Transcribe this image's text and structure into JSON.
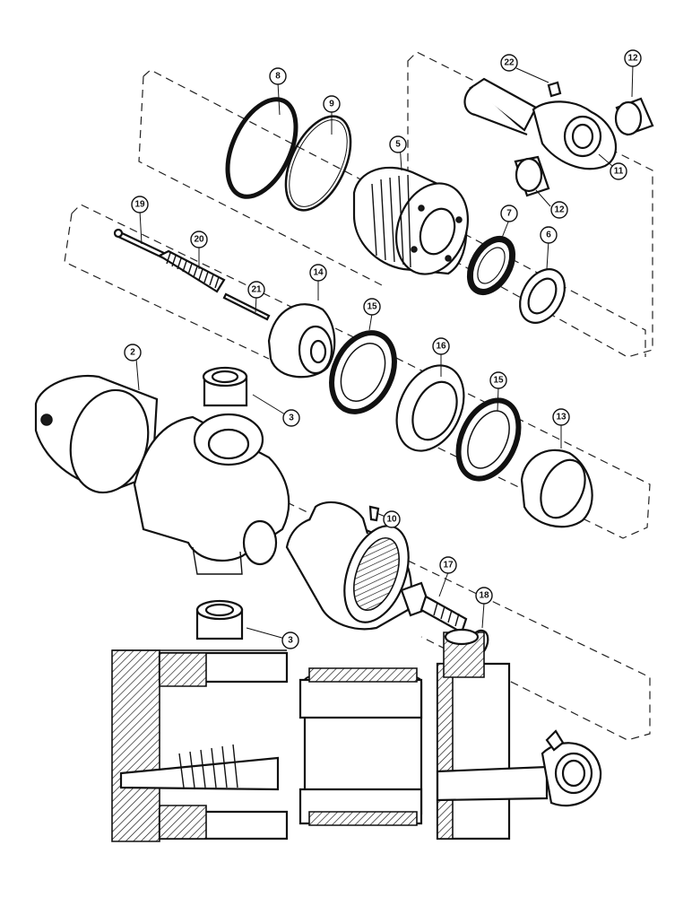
{
  "callouts": [
    {
      "id": "c2",
      "label": "2"
    },
    {
      "id": "c3a",
      "label": "3"
    },
    {
      "id": "c3b",
      "label": "3"
    },
    {
      "id": "c5",
      "label": "5"
    },
    {
      "id": "c6",
      "label": "6"
    },
    {
      "id": "c7",
      "label": "7"
    },
    {
      "id": "c8",
      "label": "8"
    },
    {
      "id": "c9",
      "label": "9"
    },
    {
      "id": "c10",
      "label": "10"
    },
    {
      "id": "c11",
      "label": "11"
    },
    {
      "id": "c12a",
      "label": "12"
    },
    {
      "id": "c12b",
      "label": "12"
    },
    {
      "id": "c13",
      "label": "13"
    },
    {
      "id": "c14",
      "label": "14"
    },
    {
      "id": "c15a",
      "label": "15"
    },
    {
      "id": "c15b",
      "label": "15"
    },
    {
      "id": "c16",
      "label": "16"
    },
    {
      "id": "c17",
      "label": "17"
    },
    {
      "id": "c18",
      "label": "18"
    },
    {
      "id": "c19",
      "label": "19"
    },
    {
      "id": "c20",
      "label": "20"
    },
    {
      "id": "c21",
      "label": "21"
    },
    {
      "id": "c22",
      "label": "22"
    }
  ]
}
